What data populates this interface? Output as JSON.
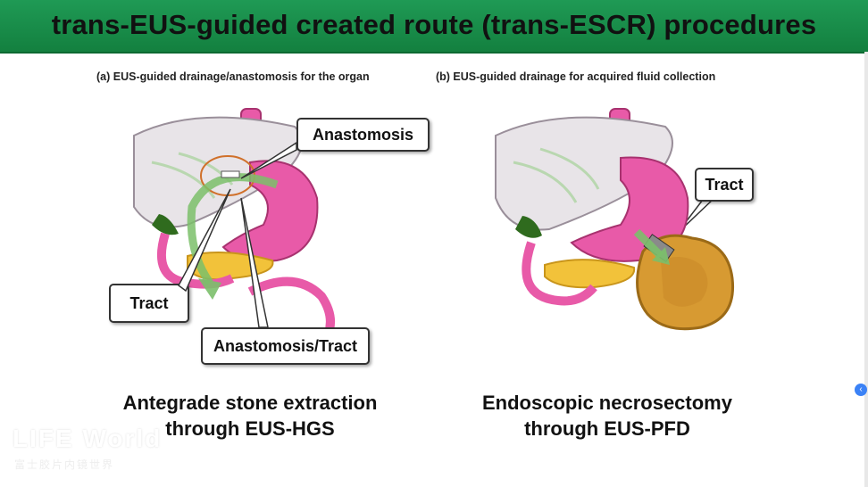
{
  "title": "trans-EUS-guided created route (trans-ESCR) procedures",
  "panel_a": {
    "caption": "(a) EUS-guided drainage/anastomosis for the organ",
    "callouts": {
      "anastomosis": "Anastomosis",
      "tract": "Tract",
      "anastomosis_tract": "Anastomosis/Tract"
    },
    "subtitle_line1": "Antegrade stone extraction",
    "subtitle_line2": "through EUS-HGS"
  },
  "panel_b": {
    "caption": "(b) EUS-guided drainage for acquired fluid collection",
    "callouts": {
      "tract": "Tract"
    },
    "subtitle_line1": "Endoscopic necrosectomy",
    "subtitle_line2": "through EUS-PFD"
  },
  "watermark": {
    "logo": "LIFE World",
    "sub": "富士胶片内镜世界"
  },
  "colors": {
    "title_bg": "#1a8f4c",
    "stomach": "#e85aa8",
    "liver": "#e8e4e8",
    "gallbladder": "#2f6b1e",
    "pancreas": "#f2c23a",
    "cyst": "#d79a32",
    "arrow": "#7bbf6a"
  },
  "icons": {
    "edge_tab": "chevron-left-icon"
  }
}
